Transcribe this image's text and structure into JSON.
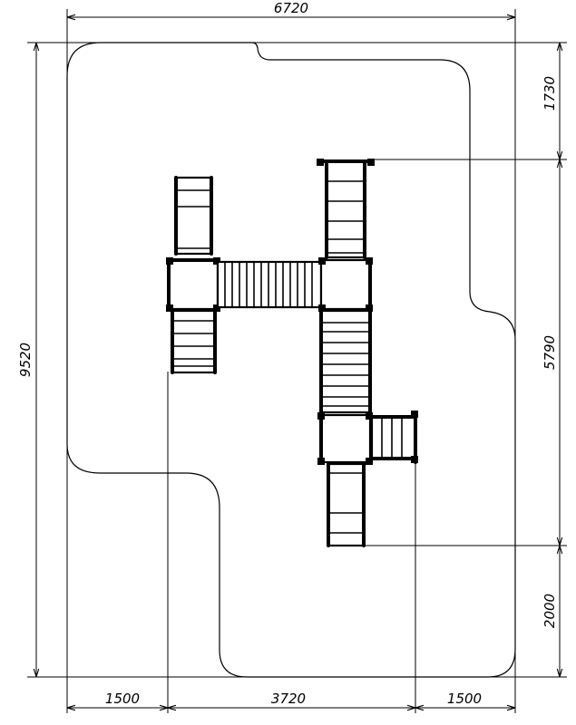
{
  "dimensions": {
    "overall_width": "6720",
    "overall_height": "9520",
    "right_top": "1730",
    "right_middle": "5790",
    "right_bottom": "2000",
    "bottom_left": "1500",
    "bottom_middle": "3720",
    "bottom_right": "1500"
  }
}
